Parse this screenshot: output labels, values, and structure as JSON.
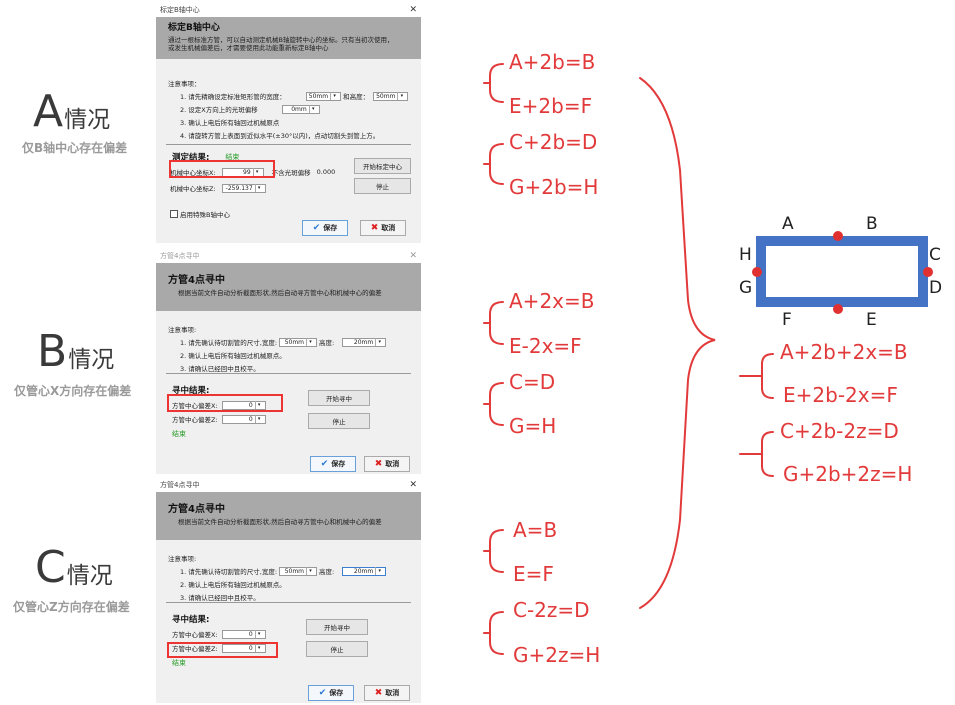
{
  "cases": [
    {
      "letter": "A",
      "word": "情况",
      "subtitle": "仅B轴中心存在偏差"
    },
    {
      "letter": "B",
      "word": "情况",
      "subtitle": "仅管心X方向存在偏差"
    },
    {
      "letter": "C",
      "word": "情况",
      "subtitle": "仅管心Z方向存在偏差"
    }
  ],
  "dialog_a": {
    "window_title": "标定B轴中心",
    "heading": "标定B轴中心",
    "desc1": "通过一根标准方管，可以自动测定机械B轴旋转中心的坐标。只有当初次使用，",
    "desc2": "或发生机械偏差后，才需要使用此功能重新标定B轴中心",
    "notes_title": "注意事项：",
    "note1": "1. 请先精确设定标准矩形管的宽度：",
    "width_val": "50mm",
    "and_height": "和高度：",
    "height_val": "50mm",
    "note2": "2. 设定X方向上的光斑偏移",
    "offset_val": "0mm",
    "note3": "3. 确认上电后所有轴回过机械原点",
    "note4": "4. 请旋转方管上表面到近似水平(±30°以内)，点动切割头到管上方。",
    "result_title": "测定结果:",
    "done": "结束",
    "x_label": "机械中心坐标X:",
    "x_val": "99",
    "no_spot": "不含光斑偏移",
    "no_spot_val": "0.000",
    "z_label": "机械中心坐标Z:",
    "z_val": "-259.137",
    "start_btn": "开始标定中心",
    "stop_btn": "停止",
    "enable_label": "启用特殊B轴中心",
    "save": "保存",
    "cancel": "取消"
  },
  "dialog_b": {
    "window_title": "方管4点寻中",
    "heading": "方管4点寻中",
    "desc": "根据当前文件自动分析截面形状,然后自动寻方管中心和机械中心的偏差",
    "notes_title": "注意事项:",
    "note1": "1. 请先确认待切割管的尺寸,宽度:",
    "width_val": "50mm",
    "height_label": "高度:",
    "height_val": "20mm",
    "note2": "2. 确认上电后所有轴回过机械原点。",
    "note3": "3. 请确认已经回中且校平。",
    "result_title": "寻中结果:",
    "x_label": "方管中心偏差X:",
    "x_val": "0",
    "z_label": "方管中心偏差Z:",
    "z_val": "0",
    "done": "结束",
    "start_btn": "开始寻中",
    "stop_btn": "停止",
    "save": "保存",
    "cancel": "取消"
  },
  "dialog_c": {
    "window_title": "方管4点寻中",
    "heading": "方管4点寻中",
    "desc": "根据当前文件自动分析截面形状,然后自动寻方管中心和机械中心的偏差",
    "notes_title": "注意事项:",
    "note1": "1. 请先确认待切割管的尺寸,宽度:",
    "width_val": "50mm",
    "height_label": "高度:",
    "height_val": "20mm",
    "note2": "2. 确认上电后所有轴回过机械原点。",
    "note3": "3. 请确认已经回中且校平。",
    "result_title": "寻中结果:",
    "x_label": "方管中心偏差X:",
    "x_val": "0",
    "z_label": "方管中心偏差Z:",
    "z_val": "0",
    "done": "结束",
    "start_btn": "开始寻中",
    "stop_btn": "停止",
    "save": "保存",
    "cancel": "取消"
  },
  "equations": {
    "a": [
      "A+2b=B",
      "E+2b=F",
      "C+2b=D",
      "G+2b=H"
    ],
    "b": [
      "A+2x=B",
      "E-2x=F",
      "C=D",
      "G=H"
    ],
    "c": [
      "A=B",
      "E=F",
      "C-2z=D",
      "G+2z=H"
    ],
    "combined": [
      "A+2b+2x=B",
      "E+2b-2x=F",
      "C+2b-2z=D",
      "G+2b+2z=H"
    ]
  },
  "points": {
    "A": "A",
    "B": "B",
    "C": "C",
    "D": "D",
    "E": "E",
    "F": "F",
    "G": "G",
    "H": "H"
  },
  "colors": {
    "red": "#e23a3a",
    "tube": "#4472c4",
    "dot": "#e03030"
  }
}
